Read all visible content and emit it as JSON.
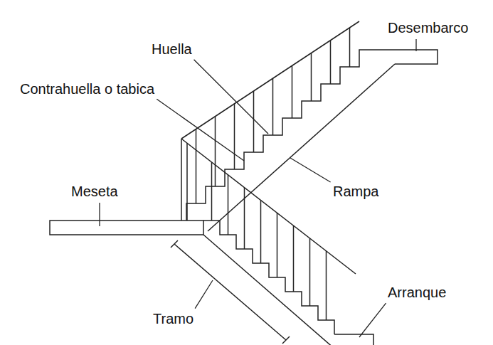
{
  "diagram": {
    "labels": [
      "Desembarco",
      "Huella",
      "Contrahuella o tabica",
      "Meseta",
      "Rampa",
      "Arranque",
      "Tramo"
    ]
  }
}
